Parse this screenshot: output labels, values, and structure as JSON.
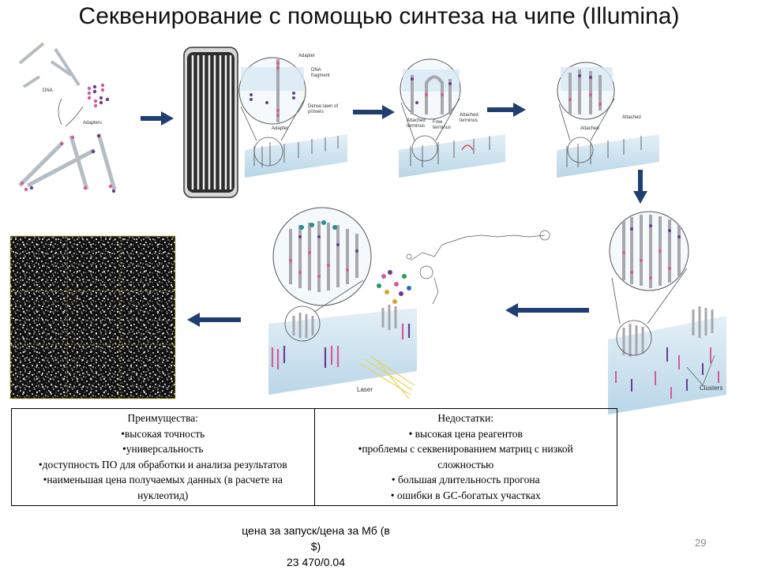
{
  "title": "Секвенирование с помощью синтеза на чипе (Illumina)",
  "diagram": {
    "labels": {
      "dna": "DNA",
      "adapters": "Adapters",
      "adapter": "Adapter",
      "dna_fragment": "DNA fragment",
      "dense_lawn": "Dense lawn of primers",
      "adapter_bottom": "Adapter",
      "attached_terminus": "Attached terminus",
      "free_terminus": "Free terminus",
      "attached_terminus_2": "Attached terminus",
      "attached_1": "Attached",
      "attached_2": "Attached",
      "clusters": "Clusters",
      "laser": "Laser"
    }
  },
  "table": {
    "advantages": {
      "header": "Преимущества:",
      "items": [
        "•высокая точность",
        "•универсальность",
        "•доступность ПО для обработки и анализа результатов",
        "•наименьшая цена получаемых данных (в расчете на",
        "нуклеотид)"
      ]
    },
    "disadvantages": {
      "header": "Недостатки:",
      "items": [
        "• высокая цена реагентов",
        "•проблемы с секвенированием матриц с низкой",
        "сложностью",
        "• большая длительность прогона",
        "• ошибки в GC-богатых участках"
      ]
    }
  },
  "price": {
    "label": "цена за запуск/цена за Мб (в $)",
    "value": "23 470/0.04"
  },
  "page_number": "29",
  "colors": {
    "arrow": "#1f3f73",
    "surface": "#cfe3ef",
    "pink": "#d65a9c",
    "purple": "#6b3d91",
    "strand_gray": "#a7a7ad"
  }
}
